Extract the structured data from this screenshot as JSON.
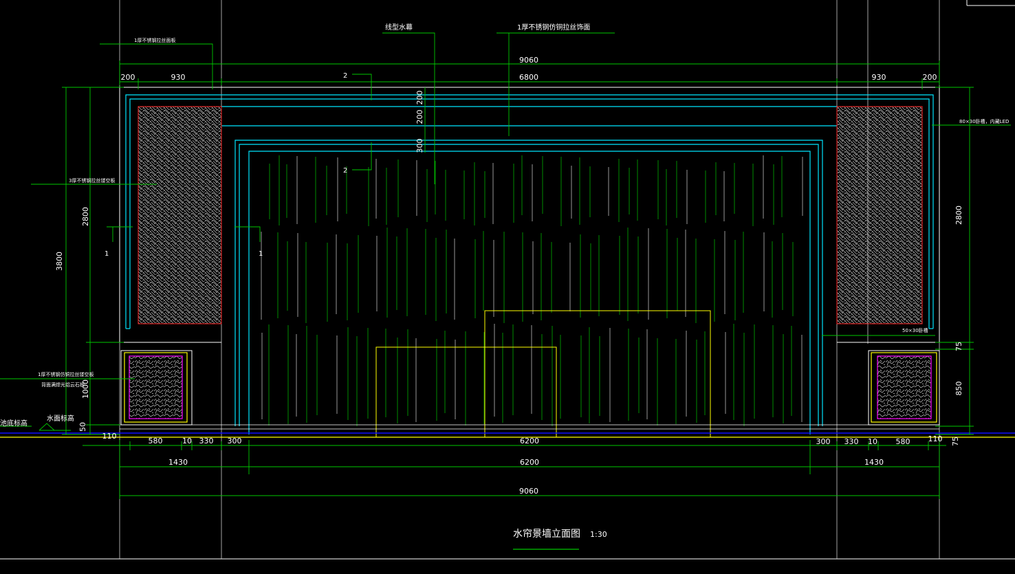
{
  "drawing": {
    "title": "水帘景墙立面图",
    "scale": "1:30"
  },
  "notes": {
    "top_left": "1厚不锈钢拉丝面板",
    "water_curtain": "线型水幕",
    "top_center": "1厚不锈钢仿铜拉丝饰面",
    "left_mid": "3厚不锈钢拉丝镂空板",
    "right_top": "80×30卧槽，内藏LED",
    "right_bottom": "50×30卧槽",
    "base_panel_line1": "1厚不锈钢仿铜拉丝镂空板",
    "base_panel_line2": "背面满焊光铝云石板",
    "ground_level": "池底标高",
    "water_level": "水面标高"
  },
  "callouts": {
    "one": "1",
    "two": "2"
  },
  "dims": {
    "top_overall": "9060",
    "top_200_left": "200",
    "top_930_left": "930",
    "top_6800": "6800",
    "top_930_right": "930",
    "top_200_right": "200",
    "vert_300": "300",
    "vert_200a": "200",
    "vert_200b": "200",
    "left_3800": "3800",
    "left_2800": "2800",
    "left_1000": "1000",
    "left_50": "50",
    "right_2800": "2800",
    "right_75a": "75",
    "right_850": "850",
    "right_75b": "75",
    "bot_110_left": "110",
    "bot_580_left": "580",
    "bot_10_left": "10",
    "bot_330_left": "330",
    "bot_300_left": "300",
    "bot_6200_inner": "6200",
    "bot_300_right": "300",
    "bot_330_right": "330",
    "bot_10_right": "10",
    "bot_580_right": "580",
    "bot_110_right": "110",
    "row2_1430_left": "1430",
    "row2_6200": "6200",
    "row2_1430_right": "1430",
    "row3_9060": "9060"
  },
  "colors": {
    "background": "#000000",
    "dimension": "#00c800",
    "frame": "#00e5ff",
    "outline": "#ffffff",
    "panel_border": "#ff2020",
    "base_border": "#ffff00",
    "base_inner": "#ff00ff",
    "water_line": "#1010ff",
    "step_box": "#ffff00"
  }
}
